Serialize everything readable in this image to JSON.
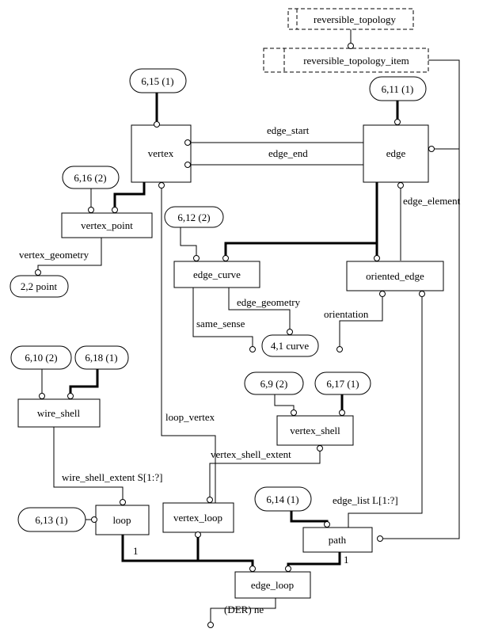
{
  "entities": {
    "reversible_topology": "reversible_topology",
    "reversible_topology_item": "reversible_topology_item",
    "vertex": "vertex",
    "edge": "edge",
    "vertex_point": "vertex_point",
    "edge_curve": "edge_curve",
    "oriented_edge": "oriented_edge",
    "wire_shell": "wire_shell",
    "vertex_shell": "vertex_shell",
    "loop": "loop",
    "vertex_loop": "vertex_loop",
    "path": "path",
    "edge_loop": "edge_loop"
  },
  "references": {
    "r6_15": "6,15 (1)",
    "r6_11": "6,11 (1)",
    "r6_16": "6,16 (2)",
    "r6_12": "6,12 (2)",
    "r2_2": "2,2 point",
    "r4_1": "4,1 curve",
    "r6_10": "6,10 (2)",
    "r6_18": "6,18 (1)",
    "r6_9": "6,9 (2)",
    "r6_17": "6,17 (1)",
    "r6_14": "6,14 (1)",
    "r6_13": "6,13 (1)"
  },
  "attributes": {
    "edge_start": "edge_start",
    "edge_end": "edge_end",
    "edge_element": "edge_element",
    "vertex_geometry": "vertex_geometry",
    "edge_geometry": "edge_geometry",
    "same_sense": "same_sense",
    "orientation": "orientation",
    "loop_vertex": "loop_vertex",
    "vertex_shell_extent": "vertex_shell_extent",
    "wire_shell_extent": "wire_shell_extent S[1:?]",
    "edge_list": "edge_list L[1:?]",
    "one_left": "1",
    "one_right": "1",
    "der_ne": "(DER) ne"
  }
}
